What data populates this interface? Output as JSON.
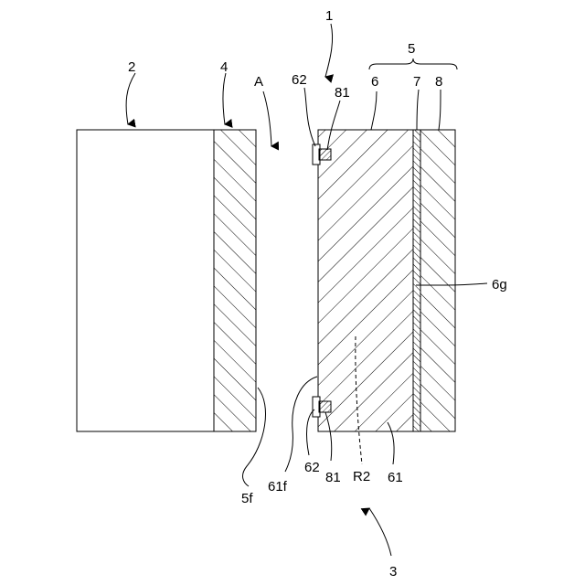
{
  "labels": {
    "l1": "1",
    "l2": "2",
    "l3": "3",
    "l4": "4",
    "l5": "5",
    "l6": "6",
    "l7": "7",
    "l8": "8",
    "lA": "A",
    "l62_top": "62",
    "l81_top": "81",
    "l6g": "6g",
    "l5f": "5f",
    "l61f": "61f",
    "l62_bottom": "62",
    "l81_bottom": "81",
    "lR2": "R2",
    "l61": "61"
  },
  "colors": {
    "stroke": "#000000",
    "background": "#ffffff"
  }
}
